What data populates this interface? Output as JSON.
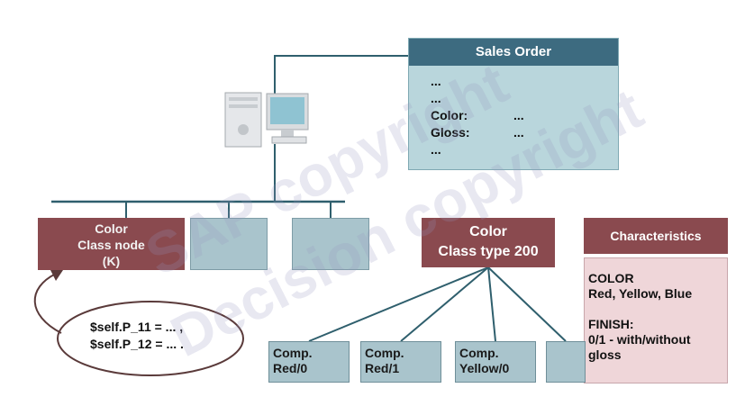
{
  "sales_order": {
    "title": "Sales Order",
    "lines": [
      {
        "label": "...",
        "value": ""
      },
      {
        "label": "...",
        "value": ""
      },
      {
        "label": "Color:",
        "value": "..."
      },
      {
        "label": "Gloss:",
        "value": "..."
      },
      {
        "label": "...",
        "value": ""
      }
    ]
  },
  "class_node": {
    "line1": "Color",
    "line2": "Class node",
    "line3": "(K)"
  },
  "procedure": {
    "line1": "$self.P_11 = ... ,",
    "line2": "$self.P_12 = ... ."
  },
  "class_type": {
    "line1": "Color",
    "line2": "Class type 200"
  },
  "characteristics": {
    "title": "Characteristics",
    "color_label": "COLOR",
    "color_values": "Red, Yellow, Blue",
    "finish_label": "FINISH:",
    "finish_line1": "0/1 - with/without",
    "finish_line2": "gloss"
  },
  "components": [
    {
      "line1": "Comp.",
      "line2": "Red/0"
    },
    {
      "line1": "Comp.",
      "line2": "Red/1"
    },
    {
      "line1": "Comp.",
      "line2": "Yellow/0"
    }
  ],
  "watermark": {
    "line1": "SAP copyright",
    "line2": "Decision copyright"
  },
  "icons": [
    "computer-server-icon",
    "monitor-icon"
  ],
  "colors": {
    "maroon": "#8a4a4f",
    "header_blue": "#3d6b80",
    "light_teal": "#b9d6dc",
    "grey_blue": "#a9c4cc",
    "pink": "#efd6d9",
    "line_teal": "#2f5f6d"
  }
}
